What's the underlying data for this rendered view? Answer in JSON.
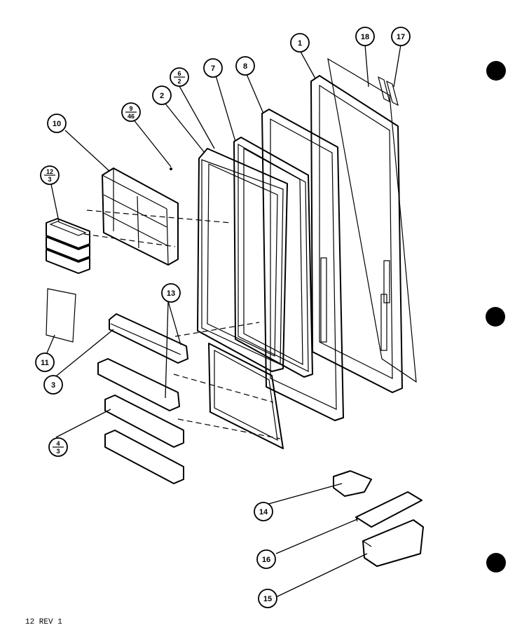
{
  "footer_text": "12 REV 1",
  "callouts": [
    {
      "id": "c1",
      "label": "1"
    },
    {
      "id": "c18",
      "label": "18"
    },
    {
      "id": "c17",
      "label": "17"
    },
    {
      "id": "c8",
      "label": "8"
    },
    {
      "id": "c7",
      "label": "7"
    },
    {
      "id": "c6_2",
      "num": "6",
      "den": "2"
    },
    {
      "id": "c2",
      "label": "2"
    },
    {
      "id": "c9_46",
      "num": "9",
      "den": "46"
    },
    {
      "id": "c10",
      "label": "10"
    },
    {
      "id": "c12_3",
      "num": "12",
      "den": "3"
    },
    {
      "id": "c11",
      "label": "11"
    },
    {
      "id": "c13",
      "label": "13"
    },
    {
      "id": "c3",
      "label": "3"
    },
    {
      "id": "c4_3",
      "num": "4",
      "den": "3"
    },
    {
      "id": "c14",
      "label": "14"
    },
    {
      "id": "c16",
      "label": "16"
    },
    {
      "id": "c15",
      "label": "15"
    }
  ]
}
